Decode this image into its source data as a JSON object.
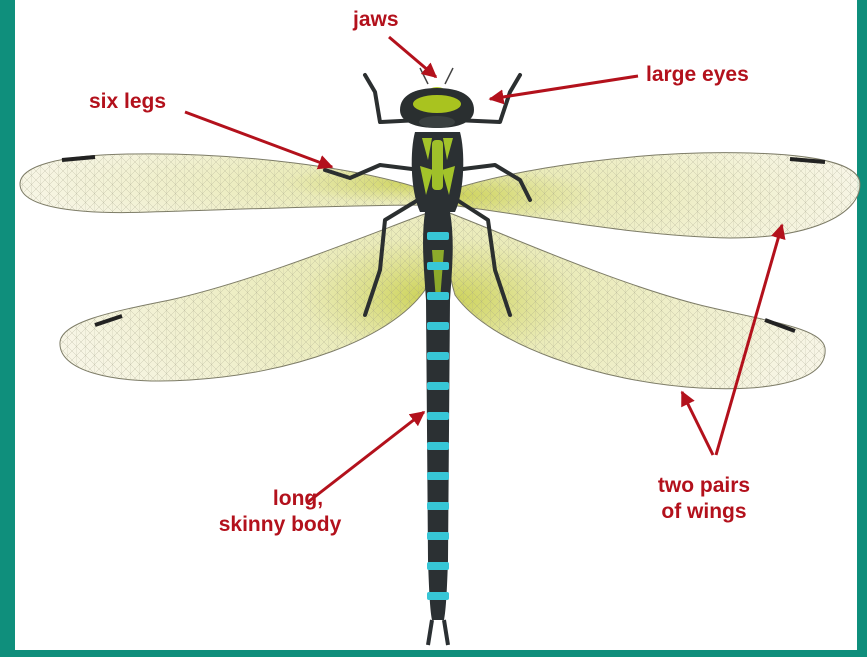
{
  "colors": {
    "border": "#0f8f7c",
    "label": "#b3111c",
    "arrow": "#b3111c",
    "wing_fill": "#f4f1d8",
    "wing_base": "#c8cf52",
    "wing_vein": "#8a8a72",
    "body_dark": "#2b3033",
    "thorax_green": "#9bbf1e",
    "segment_blue": "#37c6d6"
  },
  "labels": {
    "jaws": "jaws",
    "large_eyes": "large eyes",
    "six_legs": "six legs",
    "body_line1": "long,",
    "body_line2": "skinny body",
    "wings_line1": "two pairs",
    "wings_line2": "of wings"
  }
}
